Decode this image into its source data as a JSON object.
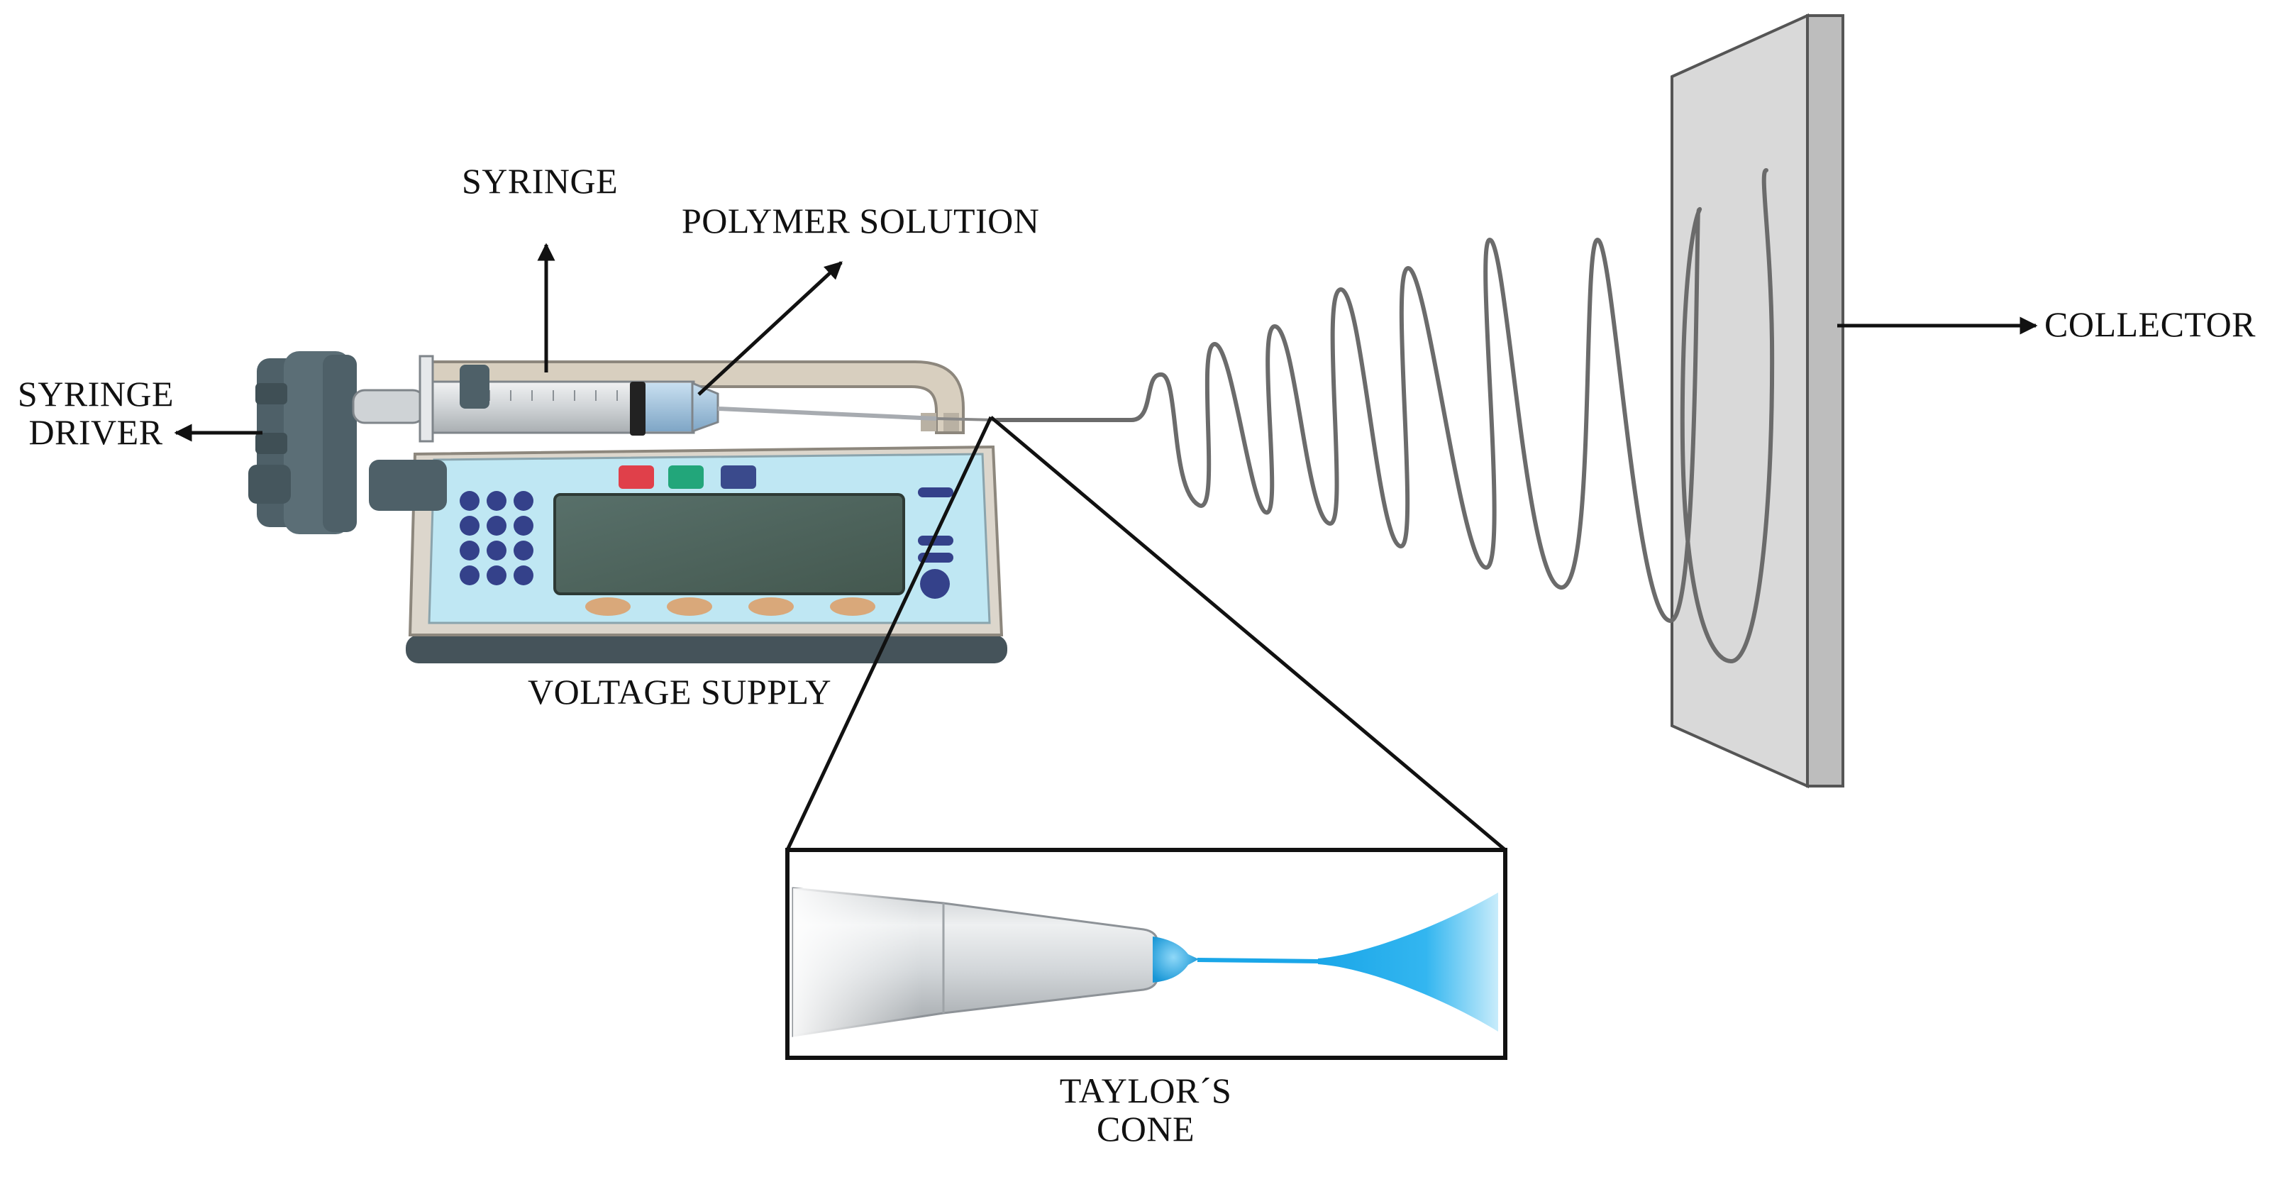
{
  "labels": {
    "syringe": "SYRINGE",
    "polymer_solution": "POLYMER SOLUTION",
    "syringe_driver_line1": "SYRINGE",
    "syringe_driver_line2": "DRIVER",
    "voltage_supply": "VOLTAGE SUPPLY",
    "collector": "COLLECTOR",
    "taylors_cone_line1": "TAYLOR´S",
    "taylors_cone_line2": "CONE"
  },
  "colors": {
    "arrow": "#111111",
    "pump_panel": "#bfe7f3",
    "pump_body": "#dcd6cc",
    "display": "#4d6357",
    "button_red": "#e0404a",
    "button_green": "#22a67a",
    "button_blue": "#3a4a8c",
    "keypad": "#34418a",
    "soft_key": "#d9a87a",
    "collector_face": "#d9d9d9",
    "collector_side": "#bdbdbd",
    "fiber": "#6b6b6b",
    "jet": "#1aa6e8",
    "driver": "#4e6068"
  },
  "icons": [
    "syringe-pump",
    "syringe",
    "collector-plate",
    "fiber-spiral",
    "taylor-cone-inset"
  ]
}
